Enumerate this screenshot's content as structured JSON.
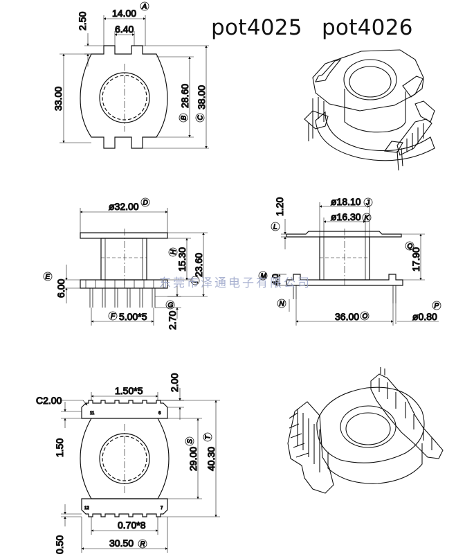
{
  "titles": {
    "pot4025": "pot4025",
    "pot4026": "pot4026"
  },
  "watermark": "东莞市泽通电子有限公司",
  "top_view": {
    "w14": "14.00",
    "w6": "6.40",
    "h250": "2.50",
    "h33": "33.00",
    "d2860": "28.60",
    "d38": "38.00",
    "tagA": "A",
    "tagB": "B",
    "tagC": "C"
  },
  "front_view": {
    "d32": "ø32.00",
    "tagD": "D",
    "tagE": "E",
    "h6": "6.00",
    "h1530": "15.30",
    "tagH": "H",
    "h2360": "23.60",
    "tagI": "I",
    "pitch": "5.00*5",
    "tagF": "F",
    "h270": "2.70",
    "tagG": "G"
  },
  "side_view": {
    "d1810": "ø18.10",
    "tagJ": "J",
    "d1630": "ø16.30",
    "tagK": "K",
    "h120": "1.20",
    "tagL": "L",
    "h1790": "17.90",
    "tagQ": "Q",
    "h40": "4.0",
    "tagM": "M",
    "tagN": "N",
    "w36": "36.00",
    "tagO": "O",
    "d080": "ø0.80",
    "tagP": "P"
  },
  "bottom_view": {
    "c200": "C2.00",
    "p150": "1.50*5",
    "h200": "2.00",
    "h150": "1.50",
    "h29": "29.00",
    "tagS": "S",
    "h4030": "40.30",
    "tagT": "T",
    "p070": "0.70*8",
    "h050": "0.50",
    "w3050": "30.50",
    "tagR": "R",
    "pin11": "11",
    "pin6": "6",
    "pin12": "12",
    "pin7": "7"
  },
  "icons": [
    "pot-bobbin-3d-view-top",
    "pot-bobbin-3d-view-bottom"
  ]
}
